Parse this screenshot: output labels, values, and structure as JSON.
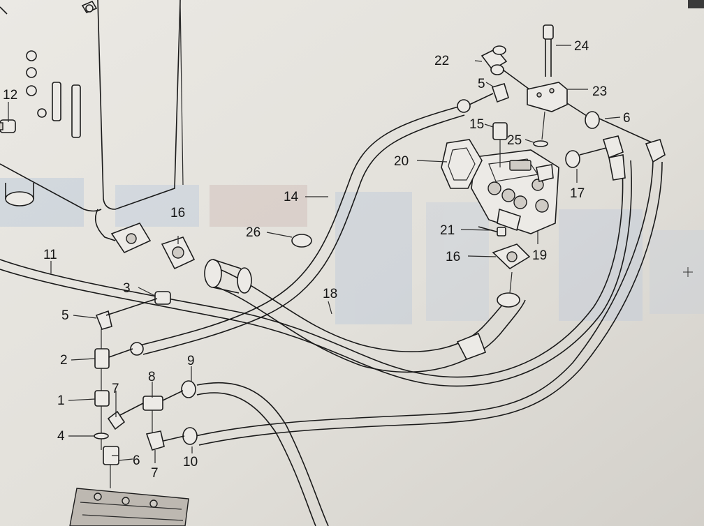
{
  "diagram": {
    "callouts": {
      "c1": "1",
      "c2": "2",
      "c3": "3",
      "c4": "4",
      "c5a": "5",
      "c5b": "5",
      "c6a": "6",
      "c6b": "6",
      "c7a": "7",
      "c7b": "7",
      "c8": "8",
      "c9": "9",
      "c10": "10",
      "c11": "11",
      "c12": "12",
      "c14": "14",
      "c15": "15",
      "c16a": "16",
      "c16b": "16",
      "c17": "17",
      "c18": "18",
      "c19": "19",
      "c20": "20",
      "c21": "21",
      "c22": "22",
      "c23": "23",
      "c24": "24",
      "c25": "25",
      "c26": "26"
    },
    "colors": {
      "paper": "#e4e2dc",
      "line": "#1a1a1a",
      "screen_tint_blue": "#b9c7dc",
      "screen_tint_red": "#d8a8a0"
    }
  }
}
